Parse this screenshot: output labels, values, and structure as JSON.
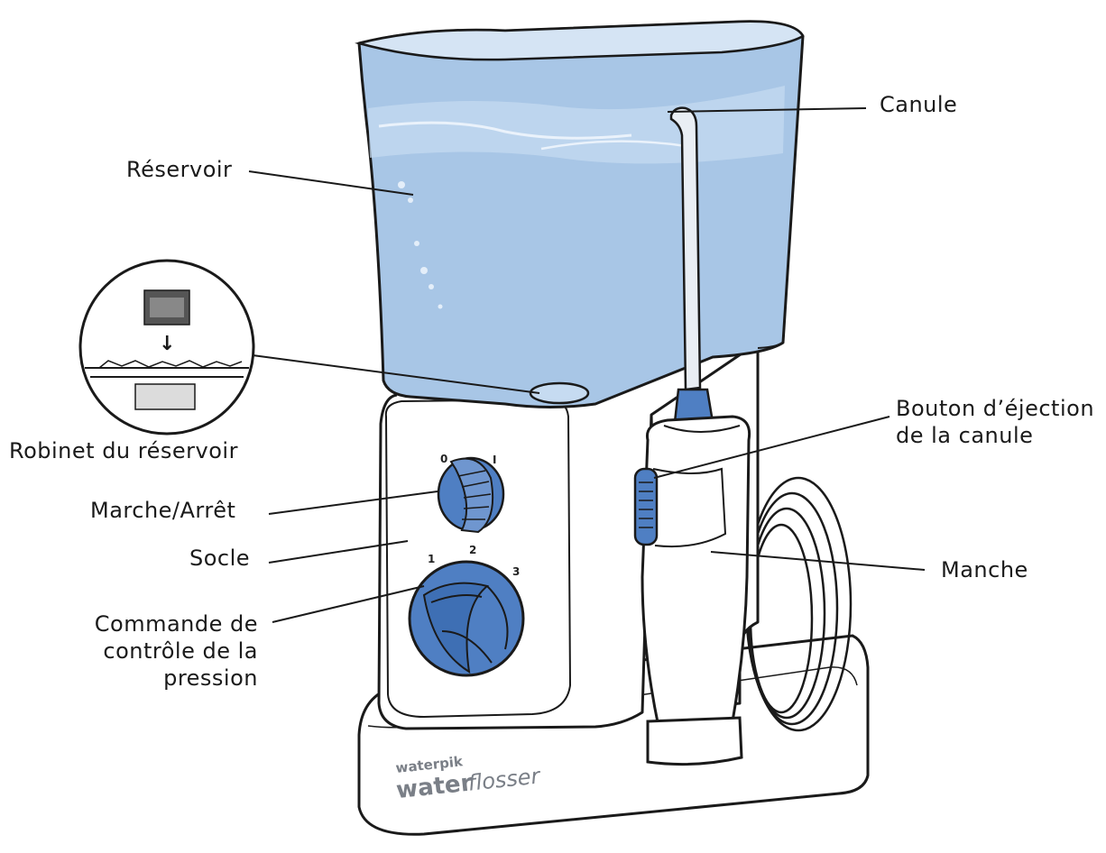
{
  "labels": {
    "canule": "Canule",
    "reservoir": "Réservoir",
    "robinet": "Robinet du réservoir",
    "marche_arret": "Marche/Arrêt",
    "socle": "Socle",
    "commande": [
      "Commande de",
      "contrôle de la",
      "pression"
    ],
    "bouton_ejection": [
      "Bouton d’éjection",
      "de la canule"
    ],
    "manche": "Manche"
  },
  "switch_marks": {
    "off": "0",
    "on": "I"
  },
  "pressure_marks": [
    "1",
    "2",
    "3"
  ],
  "brand": {
    "small": "waterpik",
    "large_bold": "water",
    "large_light": "flosser"
  },
  "colors": {
    "water": "#a8c6e6",
    "water_light": "#c6dbf1",
    "accent_blue": "#4f7fc3",
    "outline": "#1a1a1a"
  }
}
